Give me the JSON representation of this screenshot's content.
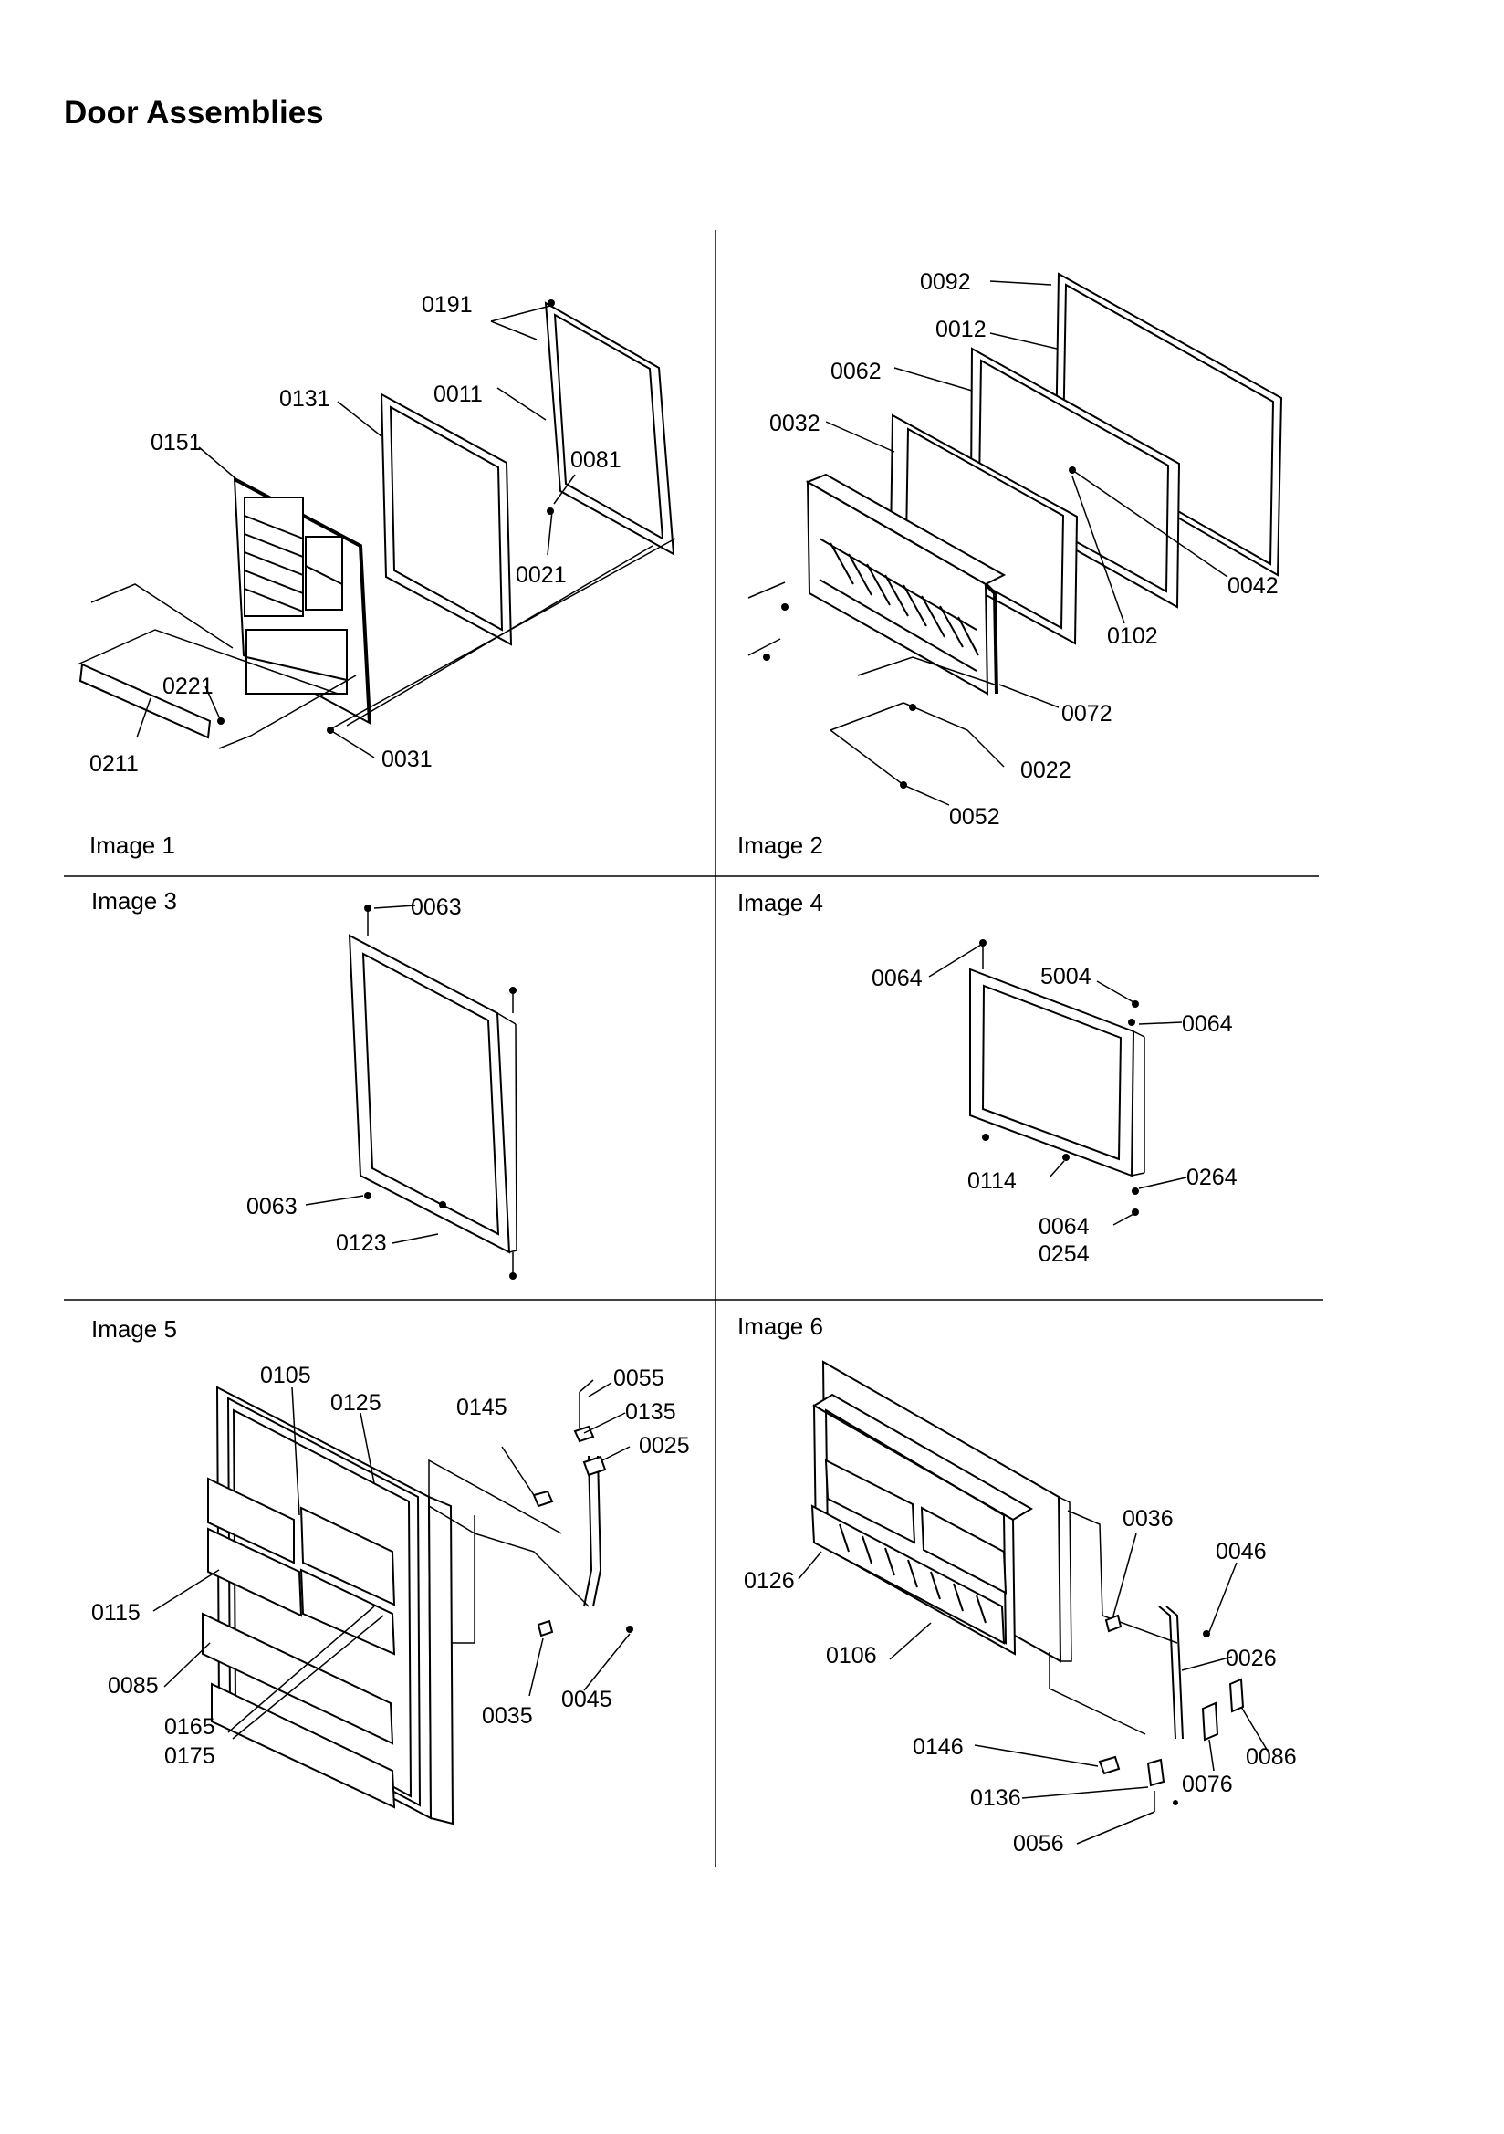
{
  "title": "Door Assemblies",
  "panels": [
    {
      "label": "Image 1",
      "parts": [
        "0191",
        "0011",
        "0131",
        "0151",
        "0081",
        "0021",
        "0221",
        "0211",
        "0031"
      ]
    },
    {
      "label": "Image 2",
      "parts": [
        "0092",
        "0012",
        "0062",
        "0032",
        "0042",
        "0102",
        "0072",
        "0022",
        "0052"
      ]
    },
    {
      "label": "Image 3",
      "parts": [
        "0063",
        "0063",
        "0123"
      ]
    },
    {
      "label": "Image 4",
      "parts": [
        "0064",
        "5004",
        "0064",
        "0114",
        "0264",
        "0064",
        "0254"
      ]
    },
    {
      "label": "Image 5",
      "parts": [
        "0105",
        "0125",
        "0145",
        "0055",
        "0135",
        "0025",
        "0115",
        "0085",
        "0165",
        "0175",
        "0035",
        "0045"
      ]
    },
    {
      "label": "Image 6",
      "parts": [
        "0036",
        "0046",
        "0126",
        "0106",
        "0026",
        "0146",
        "0086",
        "0076",
        "0136",
        "0056"
      ]
    }
  ]
}
